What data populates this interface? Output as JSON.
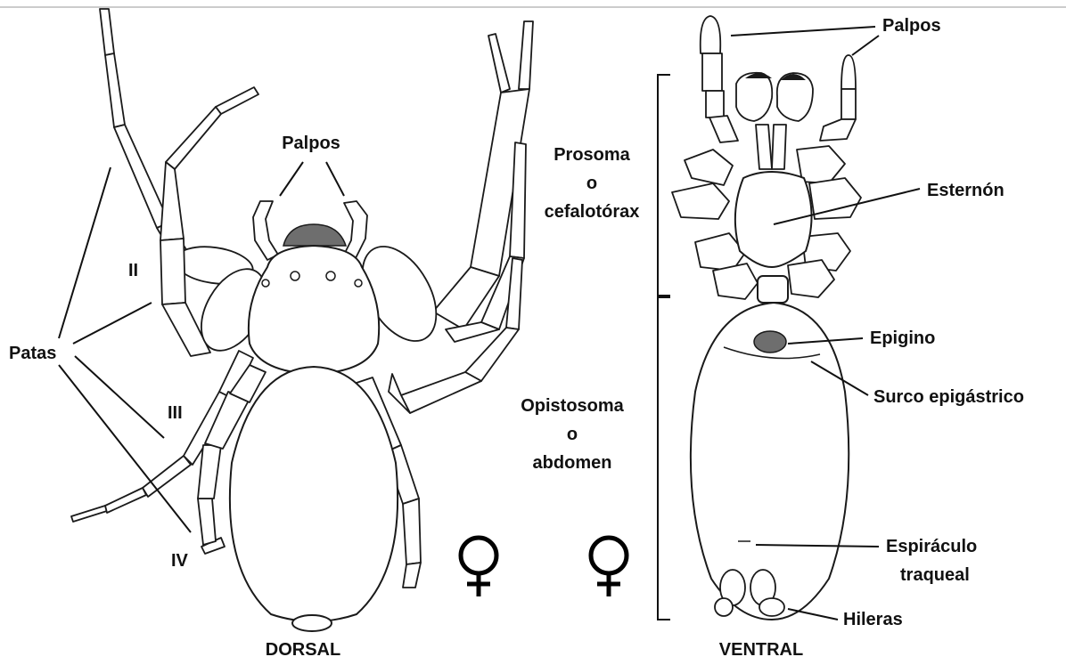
{
  "labels": {
    "palpos_dorsal": "Palpos",
    "patas": "Patas",
    "leg_ii": "II",
    "leg_iii": "III",
    "leg_iv": "IV",
    "dorsal": "DORSAL",
    "palpos_ventral": "Palpos",
    "prosoma_line1": "Prosoma",
    "prosoma_line2": "o",
    "prosoma_line3": "cefalotórax",
    "esternon": "Esternón",
    "opistosoma_line1": "Opistosoma",
    "opistosoma_line2": "o",
    "opistosoma_line3": "abdomen",
    "epigino": "Epigino",
    "surco": "Surco epigástrico",
    "espiraculo_line1": "Espiráculo",
    "espiraculo_line2": "traqueal",
    "hileras": "Hileras",
    "ventral": "VENTRAL",
    "female_symbol": "♀"
  }
}
